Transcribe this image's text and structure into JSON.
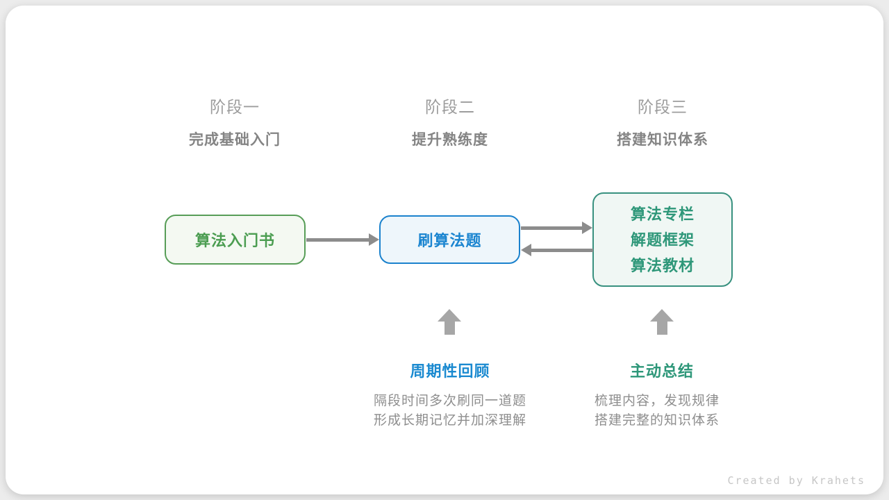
{
  "diagram": {
    "stages": [
      {
        "label": "阶段一",
        "subtitle": "完成基础入门"
      },
      {
        "label": "阶段二",
        "subtitle": "提升熟练度"
      },
      {
        "label": "阶段三",
        "subtitle": "搭建知识体系"
      }
    ],
    "nodes": [
      {
        "title": "算法入门书",
        "border_color": "#579d57",
        "fill_color": "#f4f9f2",
        "text_color": "#4b9d51"
      },
      {
        "title": "刷算法题",
        "border_color": "#1b82cd",
        "fill_color": "#eef6fb",
        "text_color": "#1b85d0"
      },
      {
        "lines": [
          "算法专栏",
          "解题框架",
          "算法教材"
        ],
        "border_color": "#38917f",
        "fill_color": "#f0f7f4",
        "text_color": "#2e9779"
      }
    ],
    "connectors": [
      {
        "from": "node-1",
        "to": "node-2",
        "direction": "right"
      },
      {
        "from": "node-2",
        "to": "node-3",
        "direction": "right"
      },
      {
        "from": "node-3",
        "to": "node-2",
        "direction": "left"
      }
    ],
    "annotations": [
      {
        "title": "周期性回顾",
        "title_color": "#1b8ad0",
        "lines": [
          "隔段时间多次刷同一道题",
          "形成长期记忆并加深理解"
        ]
      },
      {
        "title": "主动总结",
        "title_color": "#2e9779",
        "lines": [
          "梳理内容，发现规律",
          "搭建完整的知识体系"
        ]
      }
    ],
    "arrow_color": "#8c8c8c",
    "up_arrow_color": "#a6a6a6",
    "credit": "Created by Krahets"
  }
}
